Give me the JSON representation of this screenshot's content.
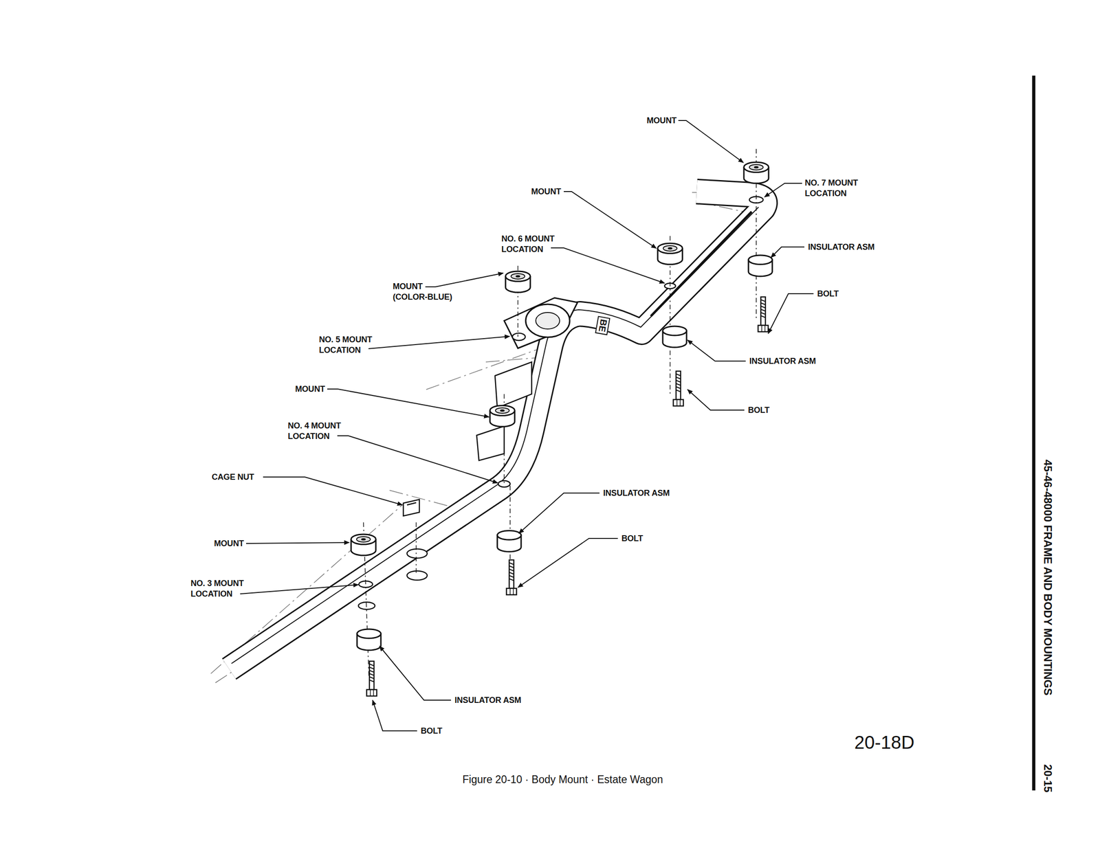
{
  "diagram": {
    "caption": "Figure 20-10 · Body Mount · Estate Wagon",
    "labels": [
      "MOUNT",
      "NO. 7 MOUNT LOCATION",
      "MOUNT",
      "NO. 6 MOUNT LOCATION",
      "INSULATOR ASM",
      "MOUNT (COLOR-BLUE)",
      "BOLT",
      "NO. 5 MOUNT LOCATION",
      "INSULATOR ASM",
      "MOUNT",
      "BOLT",
      "NO. 4 MOUNT LOCATION",
      "CAGE NUT",
      "INSULATOR ASM",
      "BOLT",
      "MOUNT",
      "NO. 3 MOUNT LOCATION",
      "INSULATOR ASM",
      "BOLT",
      "BE",
      "20-18D",
      "45-46-48000 FRAME AND BODY MOUNTINGS",
      "20-15"
    ]
  }
}
